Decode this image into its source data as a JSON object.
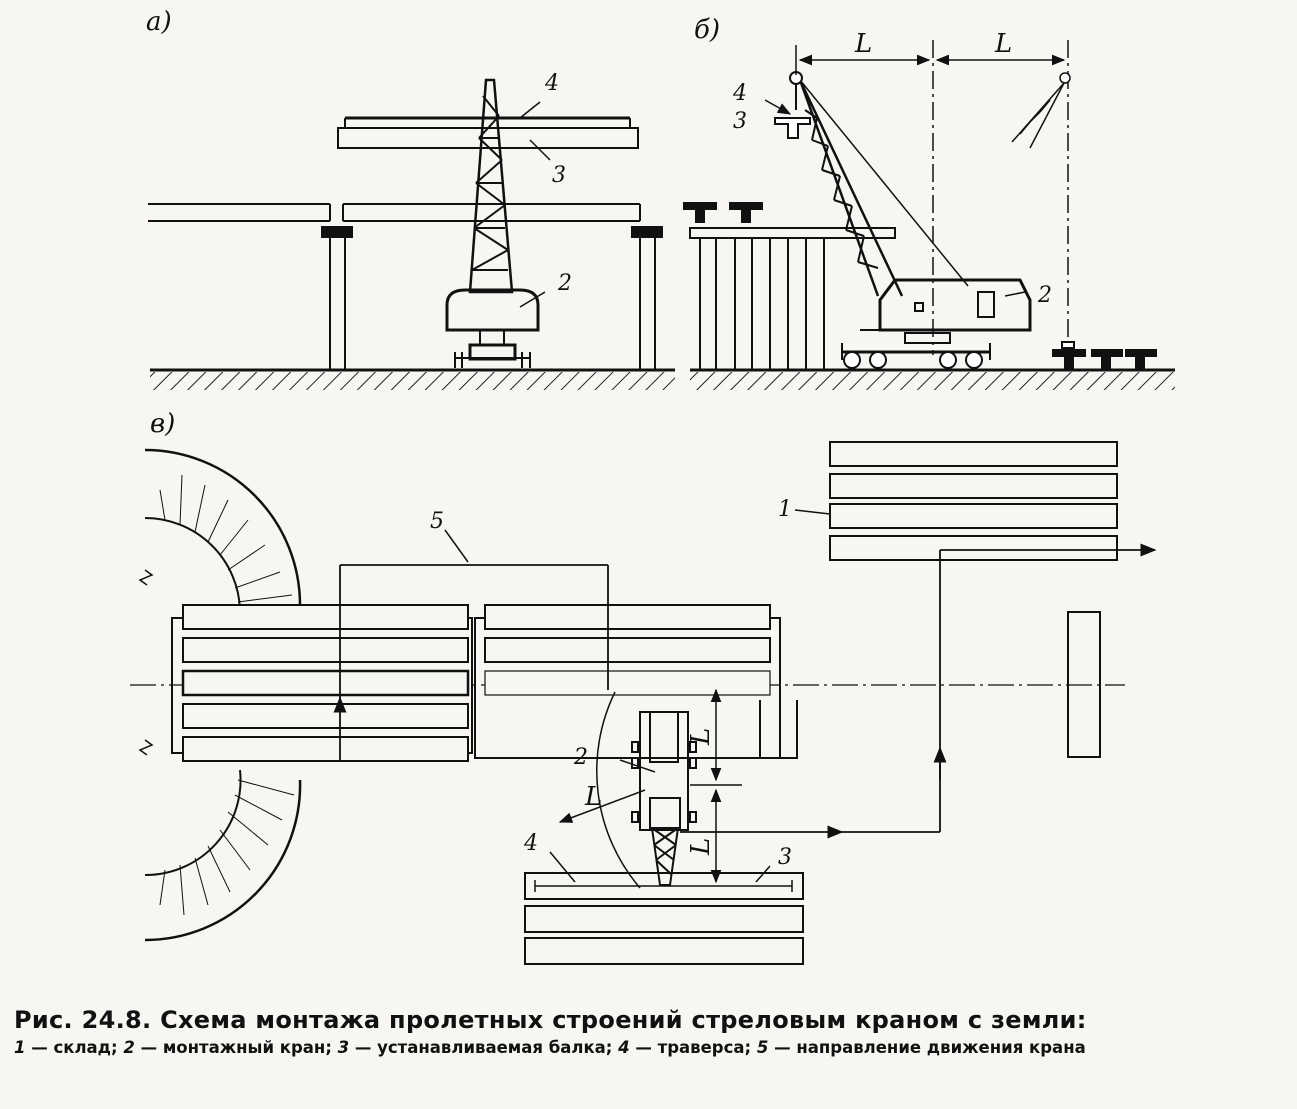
{
  "panel_labels": {
    "a": "а)",
    "b": "б)",
    "c": "в)"
  },
  "dimension_label": "L",
  "callouts": {
    "n1": "1",
    "n2": "2",
    "n3": "3",
    "n4": "4",
    "n5": "5"
  },
  "caption": {
    "title": "Рис. 24.8. Схема монтажа пролетных строений стреловым краном с земли:",
    "legend": [
      {
        "num": "1",
        "text": " — склад; "
      },
      {
        "num": "2",
        "text": " — монтажный кран; "
      },
      {
        "num": "3",
        "text": " — устанавливаемая балка; "
      },
      {
        "num": "4",
        "text": " — траверса; "
      },
      {
        "num": "5",
        "text": " — направление движения крана"
      }
    ]
  }
}
